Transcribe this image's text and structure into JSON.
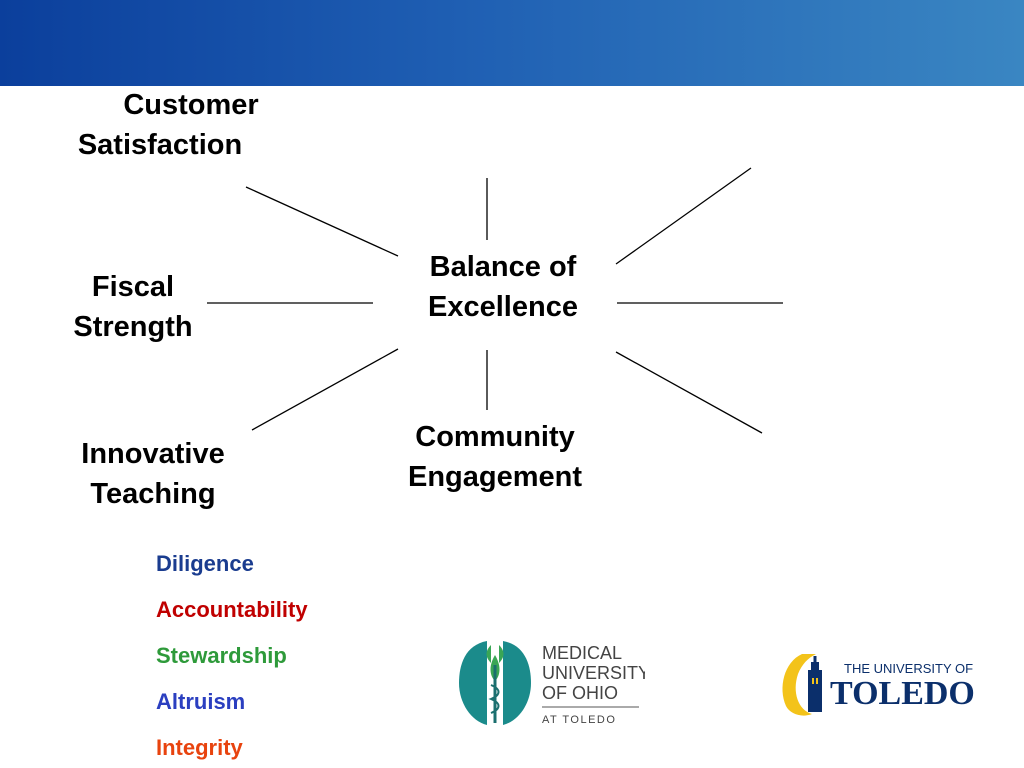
{
  "diagram": {
    "center": {
      "line1": "Balance of",
      "line2": "Excellence"
    },
    "nodes": {
      "customer_satisfaction": {
        "line1": "Customer",
        "line2": "Satisfaction"
      },
      "fiscal_strength": {
        "line1": "Fiscal",
        "line2": "Strength"
      },
      "innovative_teaching": {
        "line1": "Innovative",
        "line2": "Teaching"
      },
      "community_engagement": {
        "line1": "Community",
        "line2": "Engagement"
      }
    }
  },
  "values": [
    {
      "label": "Diligence",
      "color": "#1a3c8f"
    },
    {
      "label": "Accountability",
      "color": "#c00000"
    },
    {
      "label": "Stewardship",
      "color": "#2e9a3a"
    },
    {
      "label": "Altruism",
      "color": "#2b3fc0"
    },
    {
      "label": "Integrity",
      "color": "#e8430e"
    }
  ],
  "logos": {
    "medical": {
      "line1": "MEDICAL",
      "line2": "UNIVERSITY",
      "line3": "OF OHIO",
      "line4": "AT TOLEDO"
    },
    "toledo": {
      "line1": "THE UNIVERSITY OF",
      "line2": "TOLEDO"
    }
  },
  "colors": {
    "header_start": "#0b3f9c",
    "header_end": "#3a86c2",
    "toledo_gold": "#f3c31a",
    "toledo_blue": "#0b2f6b",
    "medical_teal": "#1b8b8b"
  }
}
